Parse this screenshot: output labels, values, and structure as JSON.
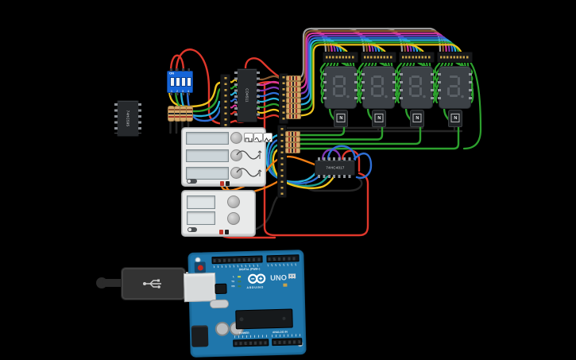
{
  "canvas": {
    "background": "#000000"
  },
  "parts": {
    "spare_ic": {
      "label": "74HC595"
    },
    "dip_switch": {
      "on_label": "ON",
      "positions": [
        "1",
        "2",
        "3",
        "4"
      ]
    },
    "bcd_decoder": {
      "label": "CD4511"
    },
    "decade_counter": {
      "label": "74HC4017"
    },
    "transistors": [
      {
        "label": "N"
      },
      {
        "label": "N"
      },
      {
        "label": "N"
      },
      {
        "label": "N"
      }
    ],
    "seven_segment_displays": [
      {
        "value": "8."
      },
      {
        "value": "8."
      },
      {
        "value": "8."
      },
      {
        "value": "8."
      }
    ],
    "function_generator": {
      "screens": [
        "",
        "",
        ""
      ],
      "wave_buttons": [
        "square",
        "sine",
        "triangle"
      ]
    },
    "power_supply": {
      "screens": [
        "",
        ""
      ]
    },
    "arduino": {
      "brand": "ARDUINO",
      "model": "UNO",
      "digital_label": "DIGITAL (PWM~)",
      "power_label": "POWER",
      "analog_label": "ANALOG IN",
      "led_labels": {
        "l": "L",
        "tx": "TX",
        "rx": "RX"
      }
    }
  },
  "wire_colors": {
    "red": "#e0372b",
    "black": "#262626",
    "yellow": "#eec31d",
    "green": "#2da12e",
    "cyan": "#29b2dc",
    "blue": "#2f6fd6",
    "gray": "#9c9c9c",
    "brown": "#8a5a32",
    "magenta": "#d8389b",
    "purple": "#8038b5",
    "orange": "#ef7d14",
    "teal": "#1b9e8f"
  }
}
